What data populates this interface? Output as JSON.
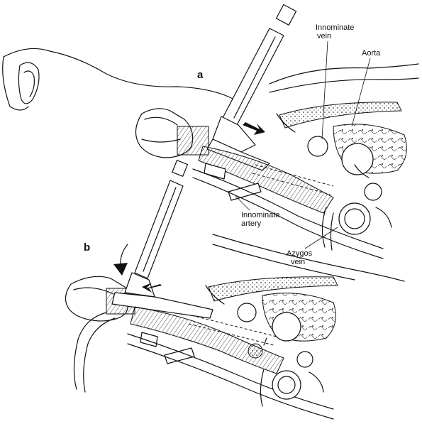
{
  "panels": [
    {
      "label": "a",
      "annotations": [
        {
          "text": [
            "Innominate",
            "vein"
          ]
        },
        {
          "text": [
            "Aorta"
          ]
        },
        {
          "text": [
            "Innominate",
            "artery"
          ]
        },
        {
          "text": [
            "Azygos",
            "vein"
          ]
        }
      ]
    },
    {
      "label": "b",
      "annotations": []
    }
  ]
}
